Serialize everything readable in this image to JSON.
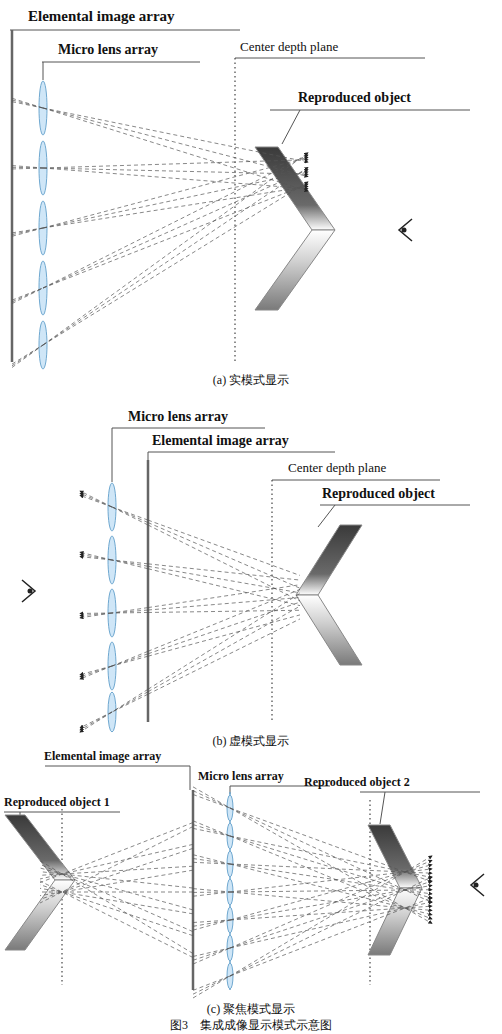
{
  "diagram": {
    "caption": "图3　集成成像显示模式示意图",
    "labels": [
      "Elemental image array",
      "Micro lens array",
      "Center depth plane",
      "Reproduced object",
      "(a) 实模式显示",
      "Micro lens array",
      "Elemental image array",
      "Center depth plane",
      "Reproduced object",
      "(b) 虚模式显示",
      "Elemental image array",
      "Micro lens array",
      "Reproduced object 1",
      "Reproduced object 2",
      "(c) 聚焦模式显示"
    ]
  }
}
